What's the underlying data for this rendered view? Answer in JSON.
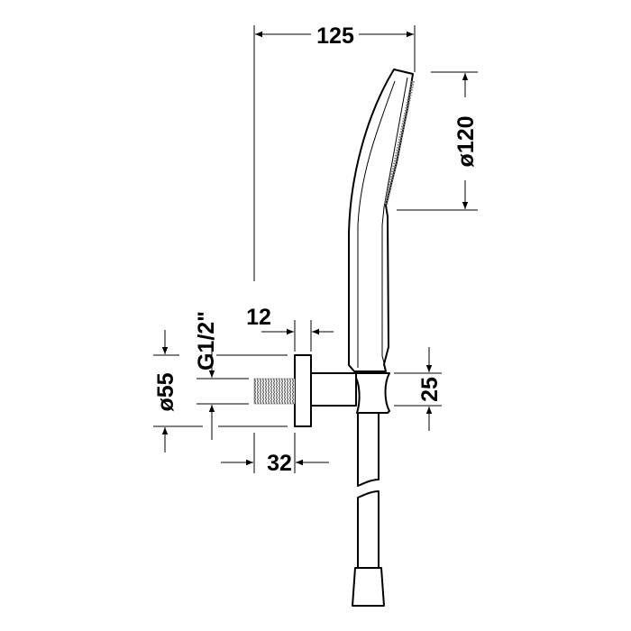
{
  "dimensions": {
    "overall_width": "125",
    "head_diameter": "ø120",
    "flange_depth": "12",
    "thread_size": "G1/2\"",
    "flange_diameter": "ø55",
    "thread_length": "32",
    "connector_height": "25"
  },
  "colors": {
    "line": "#000000",
    "background": "#ffffff"
  }
}
